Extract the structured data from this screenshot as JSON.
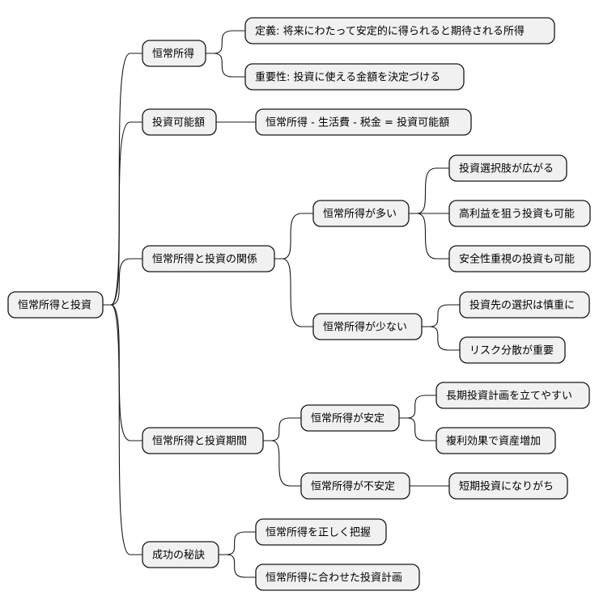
{
  "mindmap": {
    "root": "恒常所得と投資",
    "branches": [
      {
        "label": "恒常所得",
        "children": [
          {
            "label": "定義: 将来にわたって安定的に得られると期待される所得"
          },
          {
            "label": "重要性: 投資に使える金額を決定づける"
          }
        ]
      },
      {
        "label": "投資可能額",
        "children": [
          {
            "label": "恒常所得 - 生活費 - 税金 = 投資可能額"
          }
        ]
      },
      {
        "label": "恒常所得と投資の関係",
        "children": [
          {
            "label": "恒常所得が多い",
            "children": [
              {
                "label": "投資選択肢が広がる"
              },
              {
                "label": "高利益を狙う投資も可能"
              },
              {
                "label": "安全性重視の投資も可能"
              }
            ]
          },
          {
            "label": "恒常所得が少ない",
            "children": [
              {
                "label": "投資先の選択は慎重に"
              },
              {
                "label": "リスク分散が重要"
              }
            ]
          }
        ]
      },
      {
        "label": "恒常所得と投資期間",
        "children": [
          {
            "label": "恒常所得が安定",
            "children": [
              {
                "label": "長期投資計画を立てやすい"
              },
              {
                "label": "複利効果で資産増加"
              }
            ]
          },
          {
            "label": "恒常所得が不安定",
            "children": [
              {
                "label": "短期投資になりがち"
              }
            ]
          }
        ]
      },
      {
        "label": "成功の秘訣",
        "children": [
          {
            "label": "恒常所得を正しく把握"
          },
          {
            "label": "恒常所得に合わせた投資計画"
          }
        ]
      }
    ]
  }
}
